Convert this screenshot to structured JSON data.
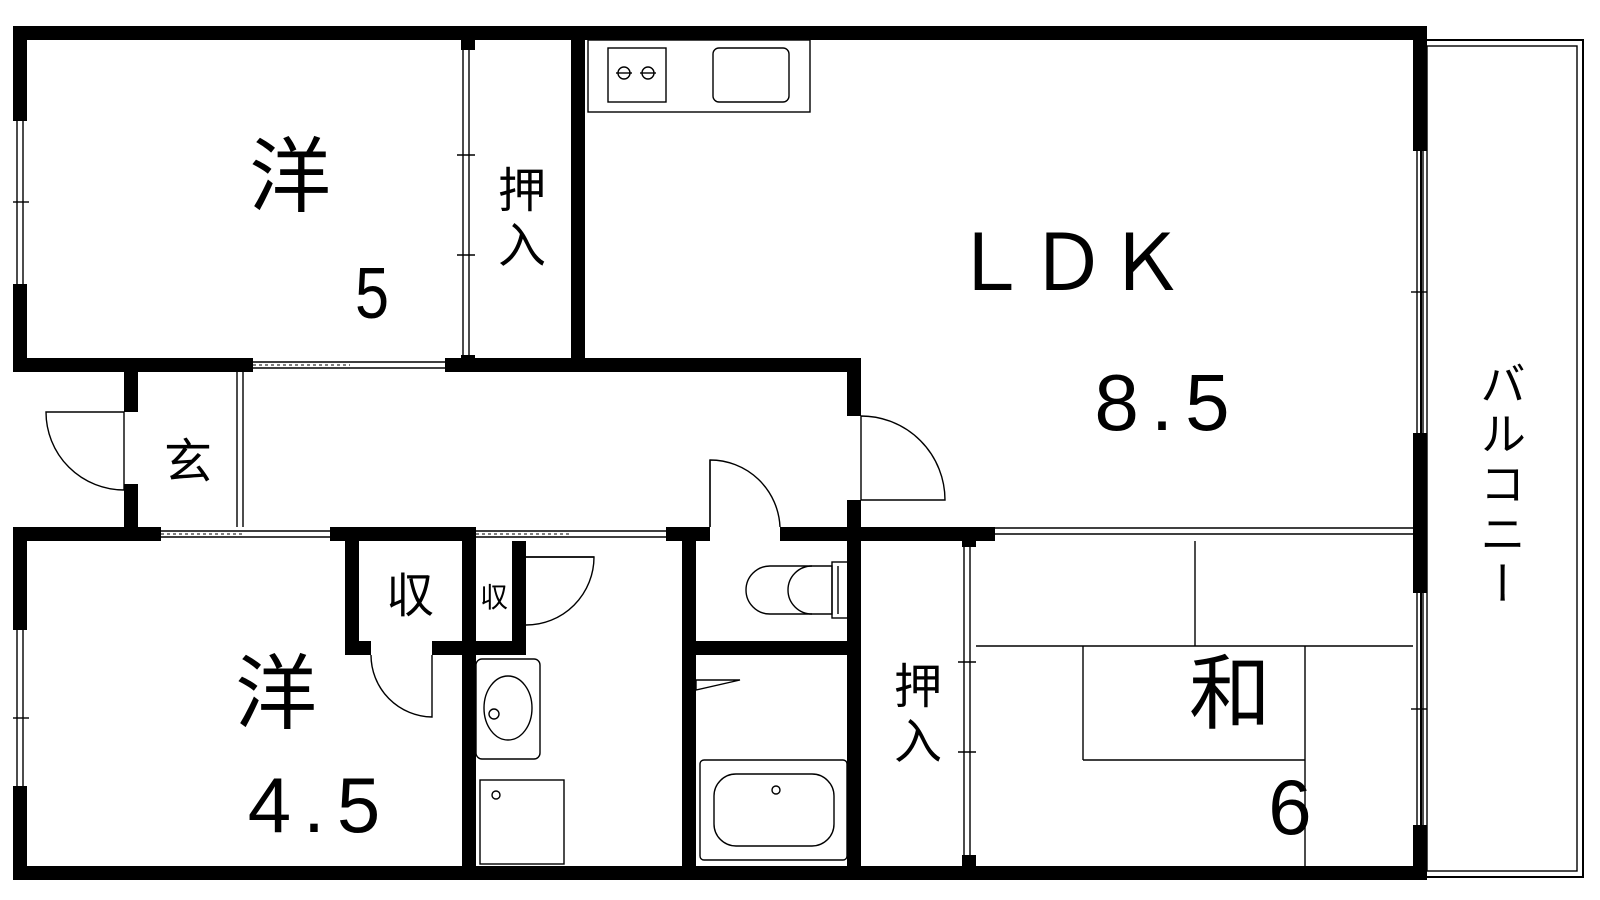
{
  "rooms": {
    "western_upper": {
      "label": "洋",
      "size": "5"
    },
    "closet_upper": {
      "label_top": "押",
      "label_bottom": "入"
    },
    "ldk": {
      "label": "ＬＤＫ",
      "size": "8.5"
    },
    "balcony": {
      "label": "バルコニー"
    },
    "entrance": {
      "label": "玄"
    },
    "storage_a": {
      "label": "収"
    },
    "storage_b": {
      "label": "収"
    },
    "western_lower": {
      "label": "洋",
      "size": "4.5"
    },
    "closet_lower": {
      "label_top": "押",
      "label_bottom": "入"
    },
    "japanese": {
      "label": "和",
      "size": "6"
    }
  },
  "colors": {
    "walls": "#000000",
    "background": "#ffffff"
  }
}
